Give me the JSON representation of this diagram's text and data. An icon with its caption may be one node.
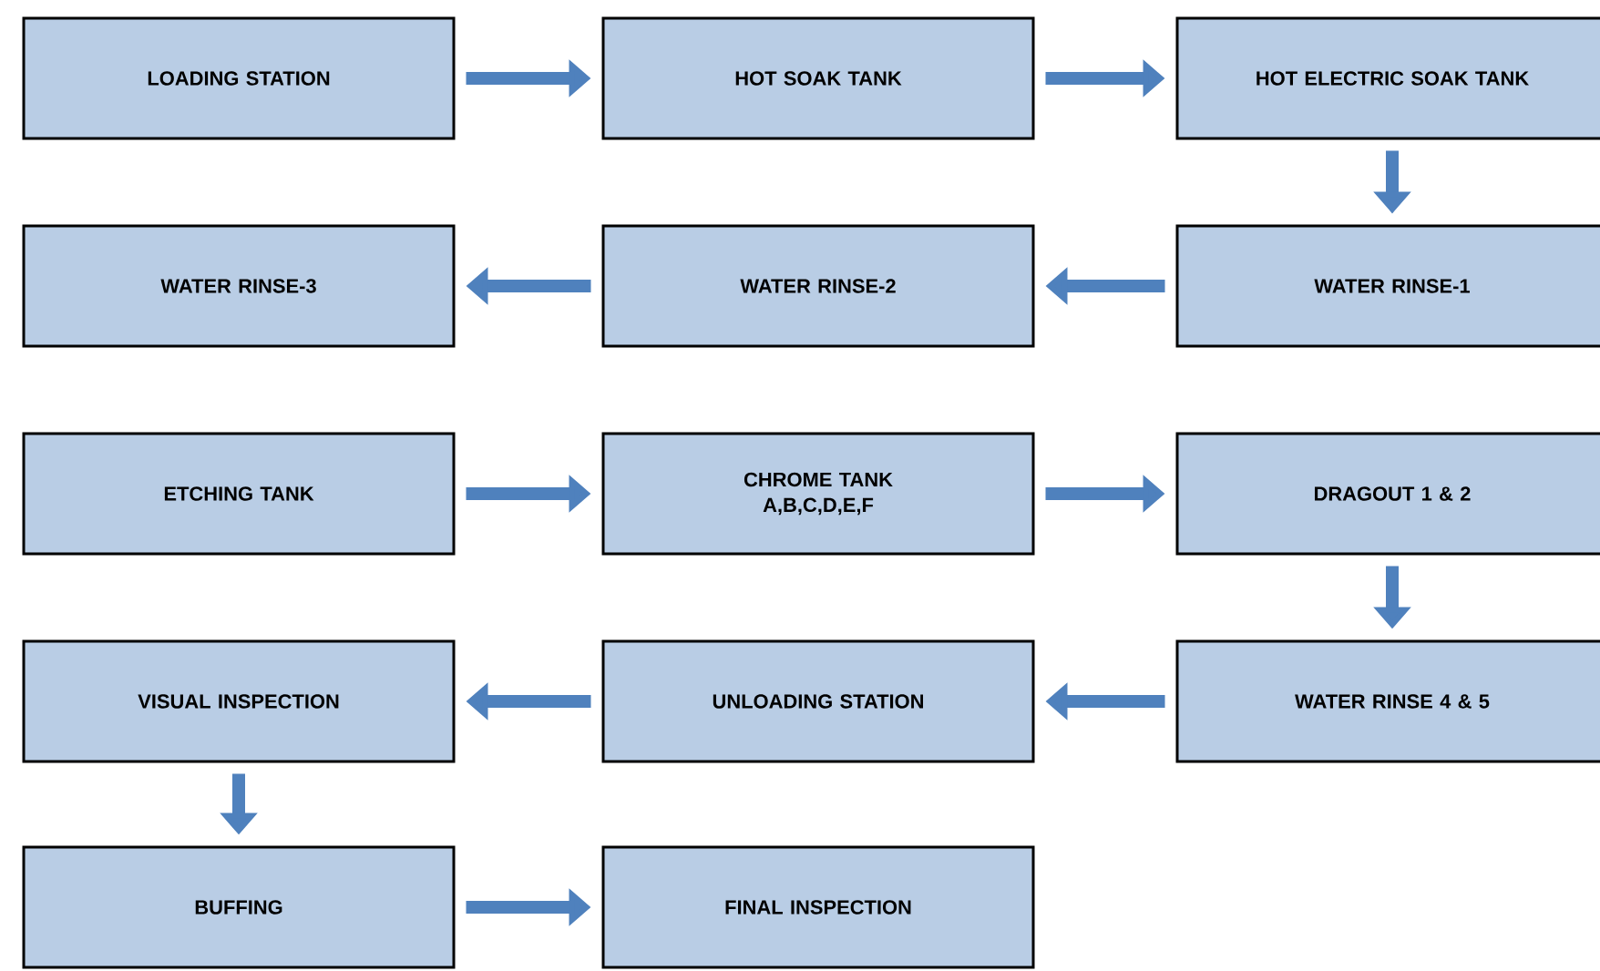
{
  "diagram": {
    "nodes": [
      {
        "text": [
          "LOADING STATION"
        ]
      },
      {
        "text": [
          "HOT SOAK TANK"
        ]
      },
      {
        "text": [
          "HOT ELECTRIC SOAK TANK"
        ]
      },
      {
        "text": [
          "WATER RINSE-3"
        ]
      },
      {
        "text": [
          "WATER RINSE-2"
        ]
      },
      {
        "text": [
          "WATER RINSE-1"
        ]
      },
      {
        "text": [
          "ETCHING TANK"
        ]
      },
      {
        "text": [
          "CHROME TANK A,B,C,D,E,F"
        ]
      },
      {
        "text": [
          "DRAGOUT 1 & 2"
        ]
      },
      {
        "text": [
          "VISUAL INSPECTION"
        ]
      },
      {
        "text": [
          "UNLOADING STATION"
        ]
      },
      {
        "text": [
          "WATER RINSE 4 & 5"
        ]
      },
      {
        "text": [
          "BUFFING"
        ]
      },
      {
        "text": [
          "FINAL INSPECTION"
        ]
      }
    ],
    "edges": [
      {
        "from": 0,
        "to": 1,
        "arrow": "to"
      },
      {
        "from": 1,
        "to": 2,
        "arrow": "to"
      },
      {
        "from": 2,
        "to": 5,
        "arrow": "to"
      },
      {
        "from": 5,
        "to": 4,
        "arrow": "to"
      },
      {
        "from": 4,
        "to": 3,
        "arrow": "to"
      },
      {
        "from": 6,
        "to": 7,
        "arrow": "to"
      },
      {
        "from": 7,
        "to": 8,
        "arrow": "to"
      },
      {
        "from": 8,
        "to": 11,
        "arrow": "to"
      },
      {
        "from": 11,
        "to": 10,
        "arrow": "to"
      },
      {
        "from": 10,
        "to": 9,
        "arrow": "to"
      },
      {
        "from": 9,
        "to": 12,
        "arrow": "to"
      },
      {
        "from": 12,
        "to": 13,
        "arrow": "to"
      }
    ]
  }
}
